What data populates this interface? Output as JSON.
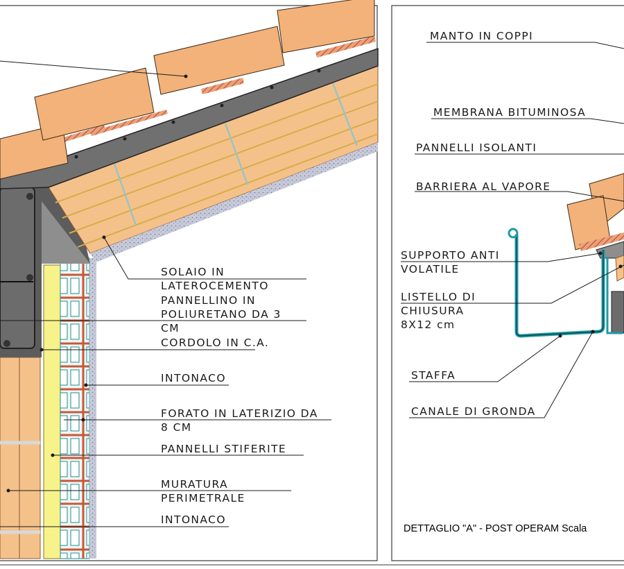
{
  "left_labels": [
    {
      "id": "solaio",
      "lines": [
        "SOLAIO IN",
        "LATEROCEMENTO"
      ]
    },
    {
      "id": "pannellino",
      "lines": [
        "PANNELLINO IN",
        "POLIURETANO DA 3",
        "CM"
      ]
    },
    {
      "id": "cordolo",
      "lines": [
        "CORDOLO IN C.A."
      ]
    },
    {
      "id": "intonaco-1",
      "lines": [
        "INTONACO"
      ]
    },
    {
      "id": "forato",
      "lines": [
        "FORATO IN LATERIZIO DA",
        "8 CM"
      ]
    },
    {
      "id": "stiferite",
      "lines": [
        "PANNELLI STIFERITE"
      ]
    },
    {
      "id": "muratura",
      "lines": [
        "MURATURA",
        "PERIMETRALE"
      ]
    },
    {
      "id": "intonaco-2",
      "lines": [
        "INTONACO"
      ]
    }
  ],
  "right_labels": [
    {
      "id": "manto",
      "lines": [
        "MANTO IN COPPI"
      ]
    },
    {
      "id": "membrana",
      "lines": [
        "MEMBRANA BITUMINOSA"
      ]
    },
    {
      "id": "pannelli-isolanti",
      "lines": [
        "PANNELLI ISOLANTI"
      ]
    },
    {
      "id": "barriera",
      "lines": [
        "BARRIERA AL VAPORE"
      ]
    },
    {
      "id": "supporto",
      "lines": [
        "SUPPORTO ANTI",
        "VOLATILE"
      ]
    },
    {
      "id": "listello",
      "lines": [
        "LISTELLO DI",
        "CHIUSURA",
        "8X12 cm"
      ]
    },
    {
      "id": "staffa",
      "lines": [
        "STAFFA"
      ]
    },
    {
      "id": "canale",
      "lines": [
        "CANALE DI GRONDA"
      ]
    }
  ],
  "title": "DETTAGLIO \"A\" - POST OPERAM Scala",
  "colors": {
    "tile": "#f2b279",
    "insulation": "#f5c18a",
    "brick_hatch": "#c0553a",
    "concrete": "#6c6c6c",
    "plaster": "#b9bdd2",
    "stiferite": "#f7f28a",
    "gutter": "#1f9aa5"
  }
}
